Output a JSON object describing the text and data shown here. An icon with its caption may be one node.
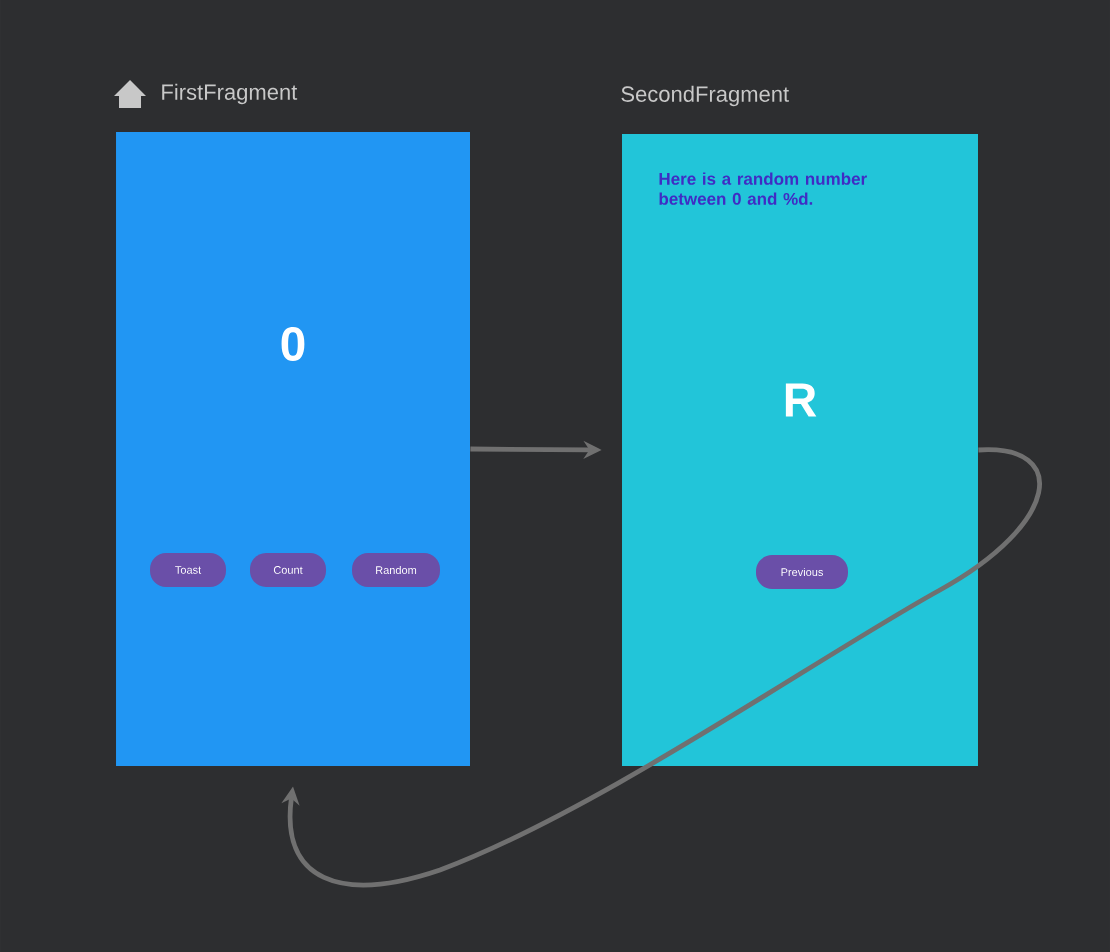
{
  "diagram": {
    "nodes": [
      {
        "text": [
          "FirstFragment",
          "0"
        ]
      },
      {
        "text": [
          "Toast"
        ],
        "in": 0
      },
      {
        "text": [
          "Count"
        ],
        "in": 0
      },
      {
        "text": [
          "Random"
        ],
        "in": 0
      },
      {
        "text": [
          "SecondFragment",
          "Here is a random number between 0 and %d.",
          "R"
        ]
      },
      {
        "text": [
          "Previous"
        ],
        "in": 4
      }
    ],
    "edges": [
      {
        "from": 0,
        "to": 4,
        "arrow": "to"
      },
      {
        "from": 4,
        "to": 0,
        "arrow": "to"
      }
    ]
  }
}
